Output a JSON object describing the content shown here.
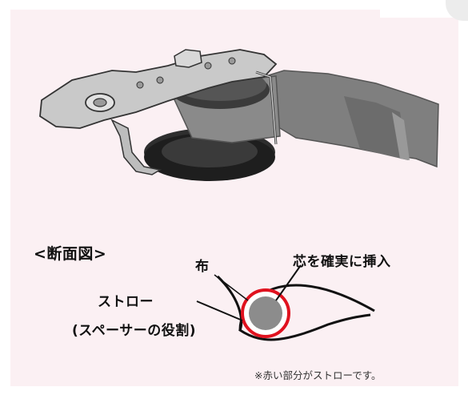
{
  "colors": {
    "panel_background": "#fbf0f3",
    "straw_ring": "#e0121f",
    "core": "#8c8c8c",
    "fabric_outline": "#111111"
  },
  "illustration": {
    "icon": "hardware-clip-with-fabric-strap"
  },
  "cross_section": {
    "heading": "<断面図>",
    "label_cloth": "布",
    "label_core": "芯を確実に挿入",
    "label_straw": "ストロー",
    "label_spacer": "(スペーサーの役割)"
  },
  "note": "※赤い部分がストローです。"
}
